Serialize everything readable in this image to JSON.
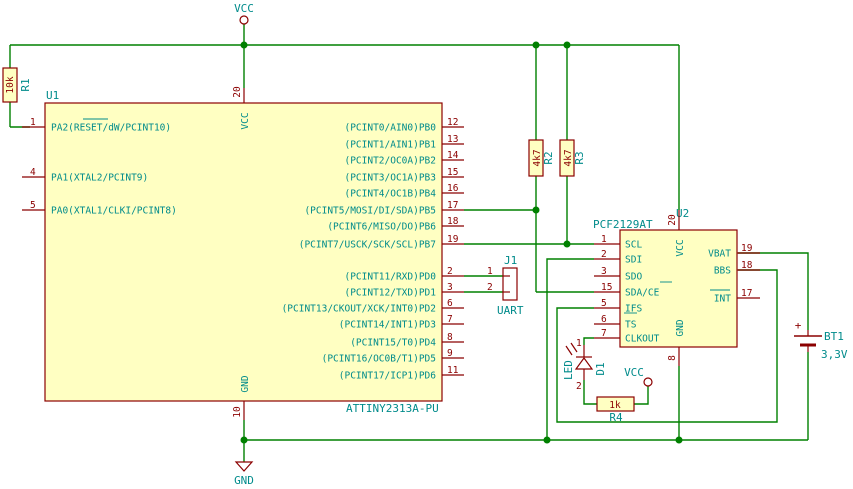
{
  "power": {
    "vcc": "VCC",
    "gnd": "GND"
  },
  "u1": {
    "ref": "U1",
    "value": "ATTINY2313A-PU",
    "pins_left": [
      {
        "num": "1",
        "name": "PA2(RESET/dW/PCINT10)"
      },
      {
        "num": "4",
        "name": "PA1(XTAL2/PCINT9)"
      },
      {
        "num": "5",
        "name": "PA0(XTAL1/CLKI/PCINT8)"
      }
    ],
    "pins_right": [
      {
        "num": "12",
        "name": "(PCINT0/AIN0)PB0"
      },
      {
        "num": "13",
        "name": "(PCINT1/AIN1)PB1"
      },
      {
        "num": "14",
        "name": "(PCINT2/OC0A)PB2"
      },
      {
        "num": "15",
        "name": "(PCINT3/OC1A)PB3"
      },
      {
        "num": "16",
        "name": "(PCINT4/OC1B)PB4"
      },
      {
        "num": "17",
        "name": "(PCINT5/MOSI/DI/SDA)PB5"
      },
      {
        "num": "18",
        "name": "(PCINT6/MISO/DO)PB6"
      },
      {
        "num": "19",
        "name": "(PCINT7/USCK/SCK/SCL)PB7"
      },
      {
        "num": "2",
        "name": "(PCINT11/RXD)PD0"
      },
      {
        "num": "3",
        "name": "(PCINT12/TXD)PD1"
      },
      {
        "num": "6",
        "name": "(PCINT13/CKOUT/XCK/INT0)PD2"
      },
      {
        "num": "7",
        "name": "(PCINT14/INT1)PD3"
      },
      {
        "num": "8",
        "name": "(PCINT15/T0)PD4"
      },
      {
        "num": "9",
        "name": "(PCINT16/OC0B/T1)PD5"
      },
      {
        "num": "11",
        "name": "(PCINT17/ICP1)PD6"
      }
    ],
    "pin_vcc": {
      "num": "20",
      "name": "VCC"
    },
    "pin_gnd": {
      "num": "10",
      "name": "GND"
    }
  },
  "u2": {
    "ref": "U2",
    "value": "PCF2129AT",
    "pins_left": [
      {
        "num": "1",
        "name": "SCL"
      },
      {
        "num": "2",
        "name": "SDI"
      },
      {
        "num": "3",
        "name": "SDO"
      },
      {
        "num": "15",
        "name": "SDA/CE"
      },
      {
        "num": "5",
        "name": "IFS"
      },
      {
        "num": "6",
        "name": "TS"
      },
      {
        "num": "7",
        "name": "CLKOUT"
      }
    ],
    "pins_right": [
      {
        "num": "19",
        "name": "VBAT"
      },
      {
        "num": "18",
        "name": "BBS"
      },
      {
        "num": "17",
        "name": "INT"
      }
    ],
    "pin_vcc": {
      "num": "20",
      "name": "VCC"
    },
    "pin_gnd": {
      "num": "8",
      "name": "GND"
    }
  },
  "r1": {
    "ref": "R1",
    "value": "10k"
  },
  "r2": {
    "ref": "R2",
    "value": "4k7"
  },
  "r3": {
    "ref": "R3",
    "value": "4k7"
  },
  "r4": {
    "ref": "R4",
    "value": "1k"
  },
  "d1": {
    "ref": "D1",
    "value": "LED",
    "pin1": "1",
    "pin2": "2"
  },
  "j1": {
    "ref": "J1",
    "value": "UART",
    "pins": [
      "1",
      "2"
    ]
  },
  "bt1": {
    "ref": "BT1",
    "value": "3,3V",
    "plus": "+"
  },
  "vcc2": {
    "label": "VCC"
  }
}
